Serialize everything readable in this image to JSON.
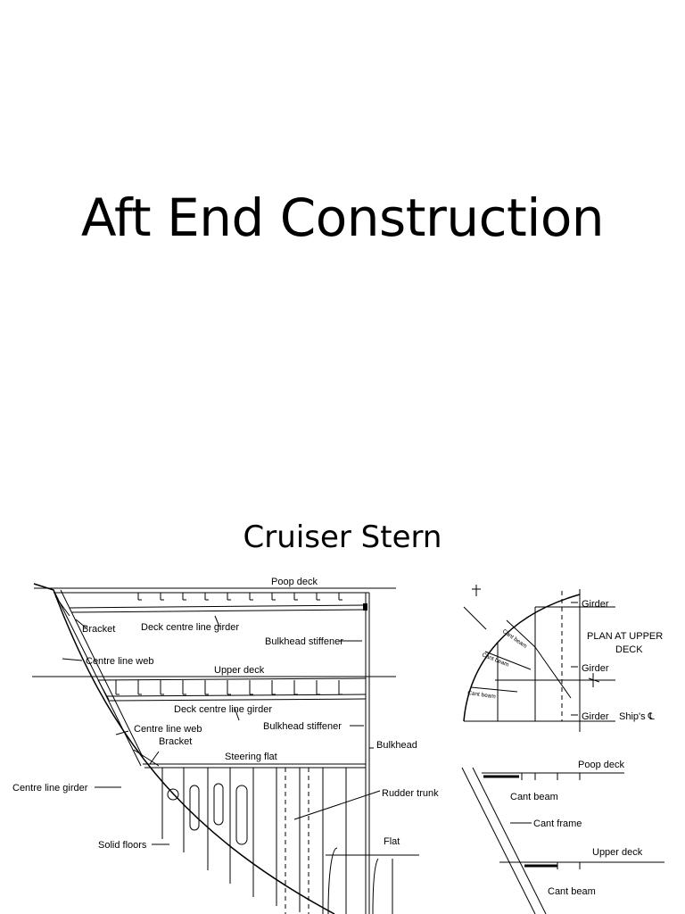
{
  "slide": {
    "title": "Aft End Construction",
    "subtitle": "Cruiser Stern"
  },
  "diagram": {
    "section_labels": {
      "poop_deck": "Poop deck",
      "bracket_top": "Bracket",
      "deck_centre_line_girder_top": "Deck centre line girder",
      "bulkhead_stiffener_top": "Bulkhead stiffener",
      "centre_line_web_top": "Centre line web",
      "upper_deck": "Upper deck",
      "deck_centre_line_girder_mid": "Deck centre line girder",
      "centre_line_web_mid": "Centre line web",
      "bracket_mid": "Bracket",
      "bulkhead_stiffener_mid": "Bulkhead stiffener",
      "bulkhead": "Bulkhead",
      "steering_flat": "Steering flat",
      "centre_line_girder": "Centre line girder",
      "rudder_trunk": "Rudder trunk",
      "solid_floors": "Solid floors",
      "flat": "Flat"
    },
    "plan_labels": {
      "girder_1": "Girder",
      "plan_title_line1": "PLAN AT UPPER",
      "plan_title_line2": "DECK",
      "girder_2": "Girder",
      "girder_3": "Girder",
      "ships_cl": "Ship's ℄",
      "cant_beam_1": "Cant beam",
      "cant_beam_2": "Cant beam",
      "cant_beam_3": "Cant beam"
    },
    "detail_labels": {
      "poop_deck": "Poop deck",
      "cant_beam_top": "Cant beam",
      "cant_frame": "Cant frame",
      "upper_deck": "Upper deck",
      "cant_beam_bottom": "Cant beam"
    }
  }
}
